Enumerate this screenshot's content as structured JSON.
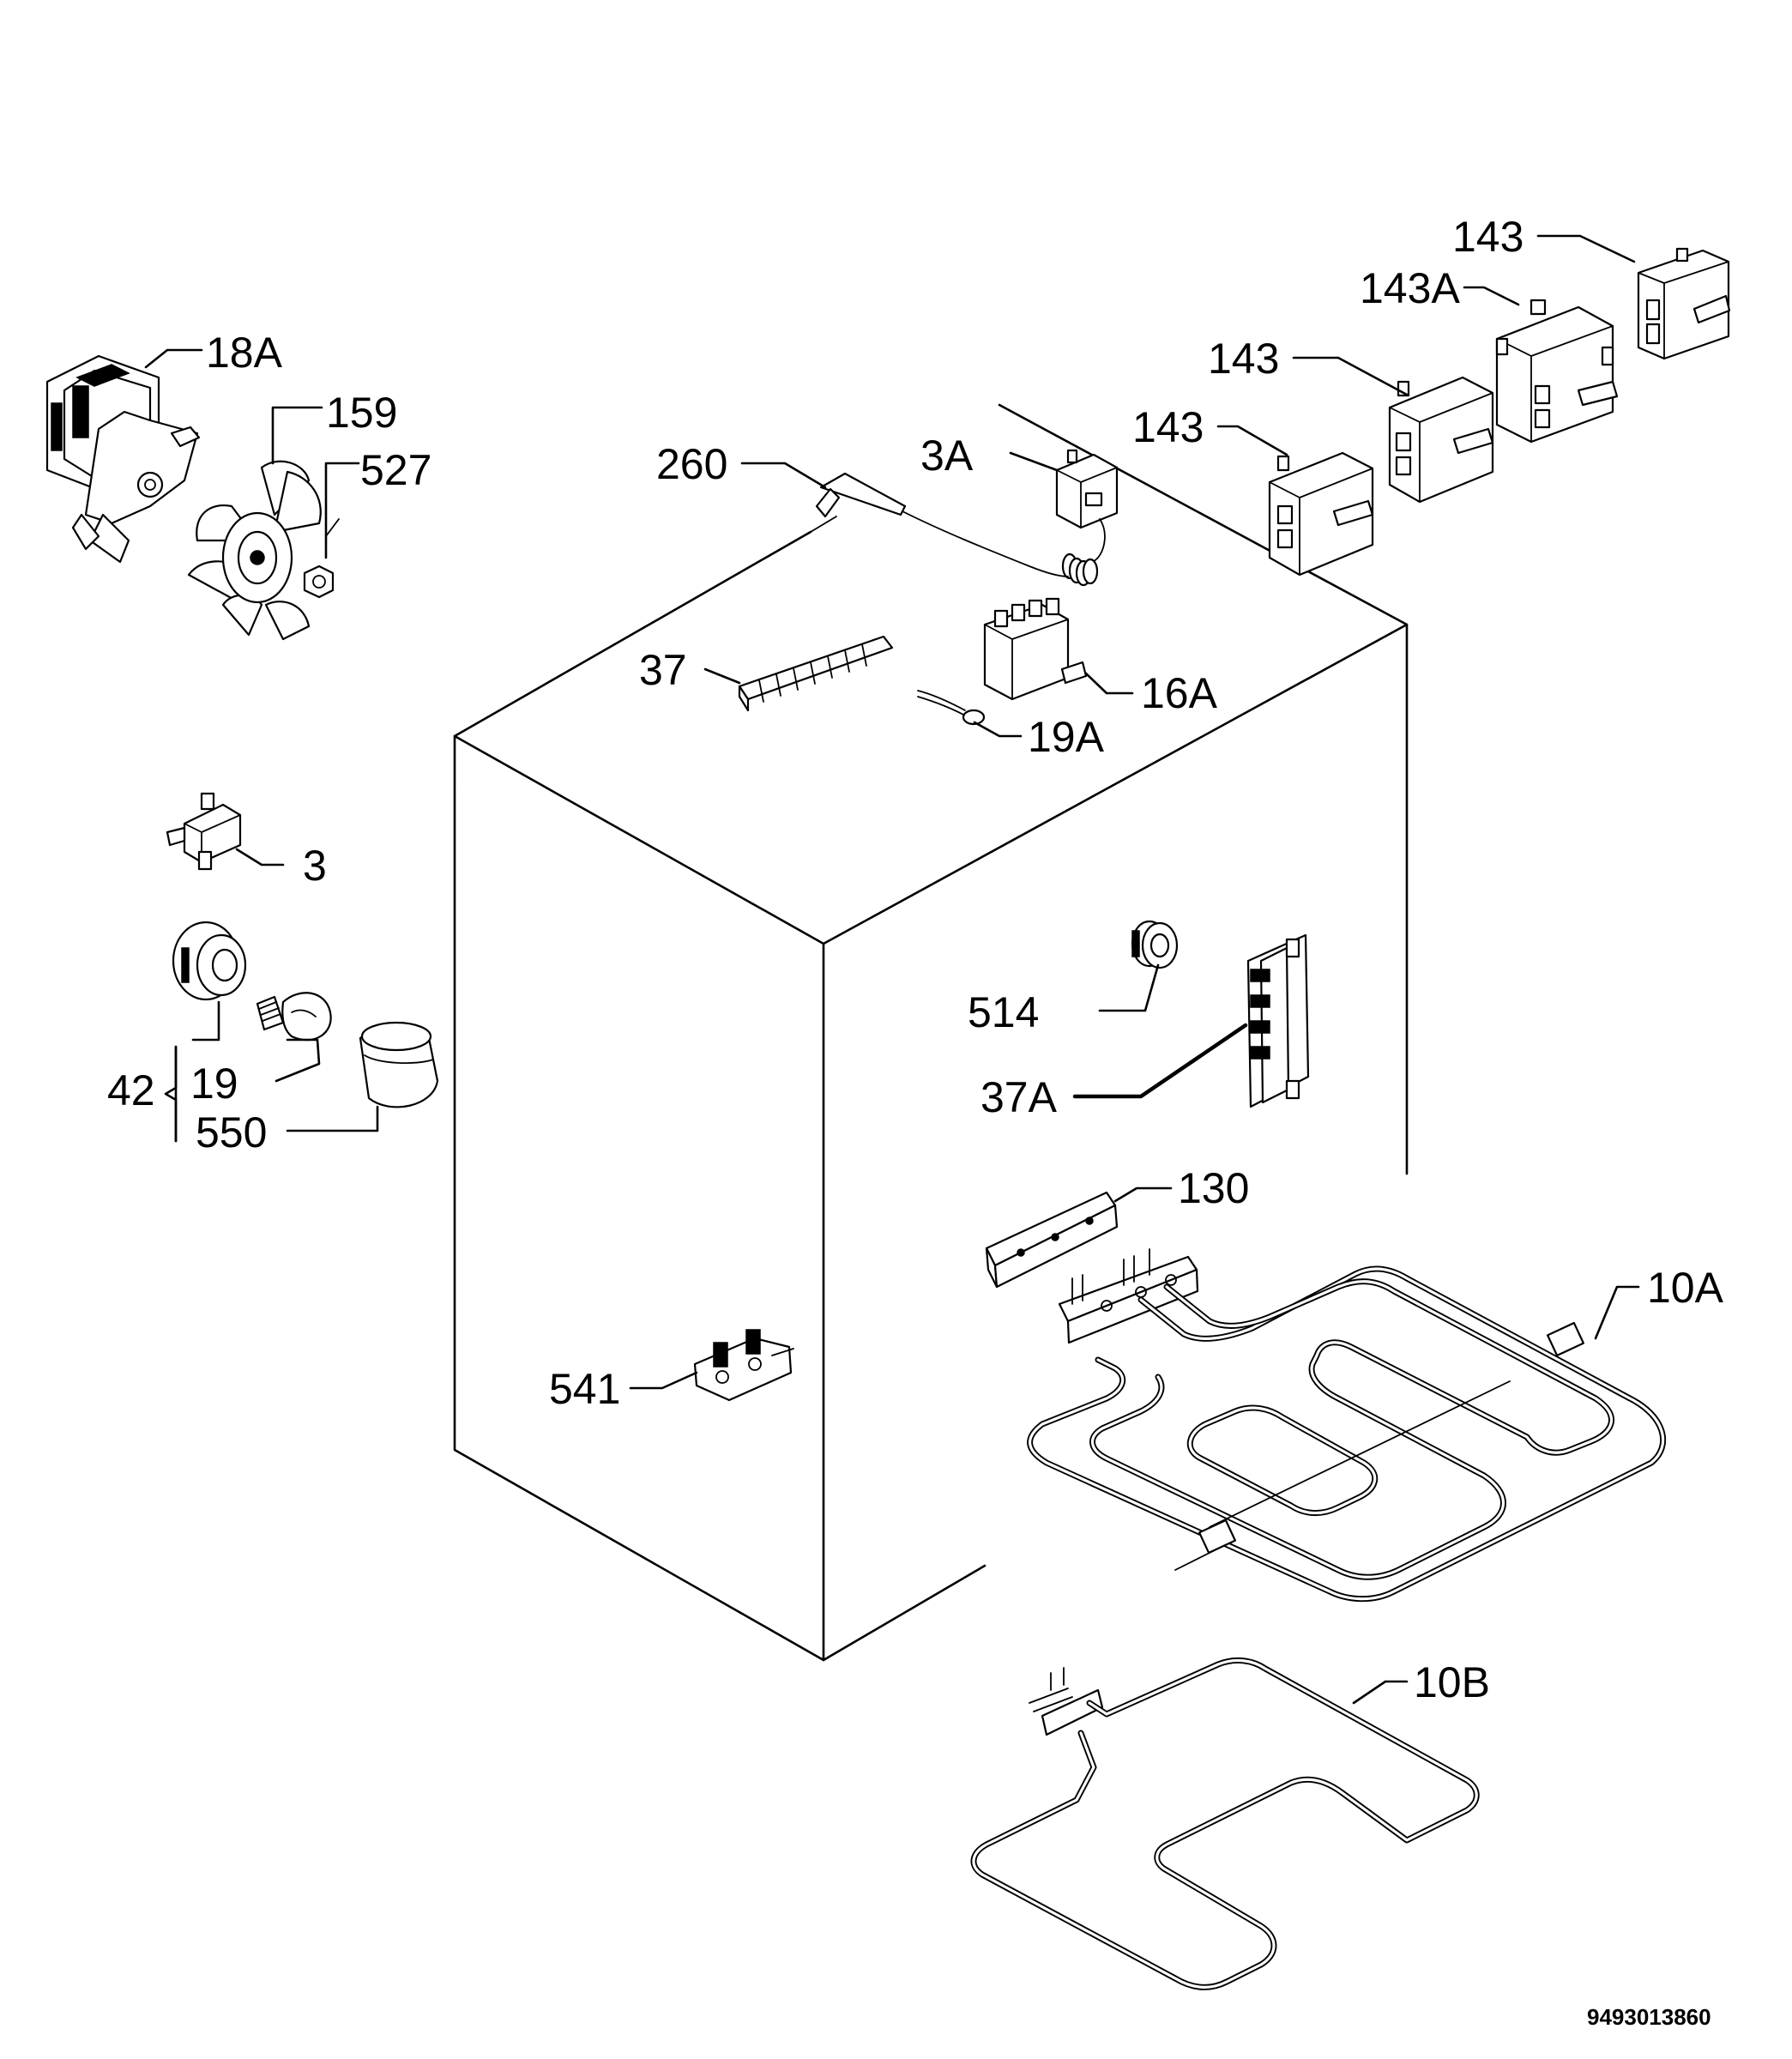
{
  "diagram": {
    "reference_code": "9493013860",
    "callouts": [
      {
        "id": "c-143-top",
        "number": "143",
        "suffix": ""
      },
      {
        "id": "c-143a",
        "number": "143",
        "suffix": "A"
      },
      {
        "id": "c-143-mid",
        "number": "143",
        "suffix": ""
      },
      {
        "id": "c-143-low",
        "number": "143",
        "suffix": ""
      },
      {
        "id": "c-18a",
        "number": "18",
        "suffix": "A"
      },
      {
        "id": "c-159",
        "number": "159",
        "suffix": ""
      },
      {
        "id": "c-527",
        "number": "527",
        "suffix": ""
      },
      {
        "id": "c-260",
        "number": "260",
        "suffix": ""
      },
      {
        "id": "c-3a",
        "number": "3",
        "suffix": "A"
      },
      {
        "id": "c-37",
        "number": "37",
        "suffix": ""
      },
      {
        "id": "c-16a",
        "number": "16",
        "suffix": "A"
      },
      {
        "id": "c-19a",
        "number": "19",
        "suffix": "A"
      },
      {
        "id": "c-3",
        "number": "3",
        "suffix": ""
      },
      {
        "id": "c-42",
        "number": "42",
        "suffix": ""
      },
      {
        "id": "c-19",
        "number": "19",
        "suffix": ""
      },
      {
        "id": "c-550",
        "number": "550",
        "suffix": ""
      },
      {
        "id": "c-514",
        "number": "514",
        "suffix": ""
      },
      {
        "id": "c-37a",
        "number": "37",
        "suffix": "A"
      },
      {
        "id": "c-130",
        "number": "130",
        "suffix": ""
      },
      {
        "id": "c-10a",
        "number": "10",
        "suffix": "A"
      },
      {
        "id": "c-541",
        "number": "541",
        "suffix": ""
      },
      {
        "id": "c-10b",
        "number": "10",
        "suffix": "B"
      }
    ]
  }
}
